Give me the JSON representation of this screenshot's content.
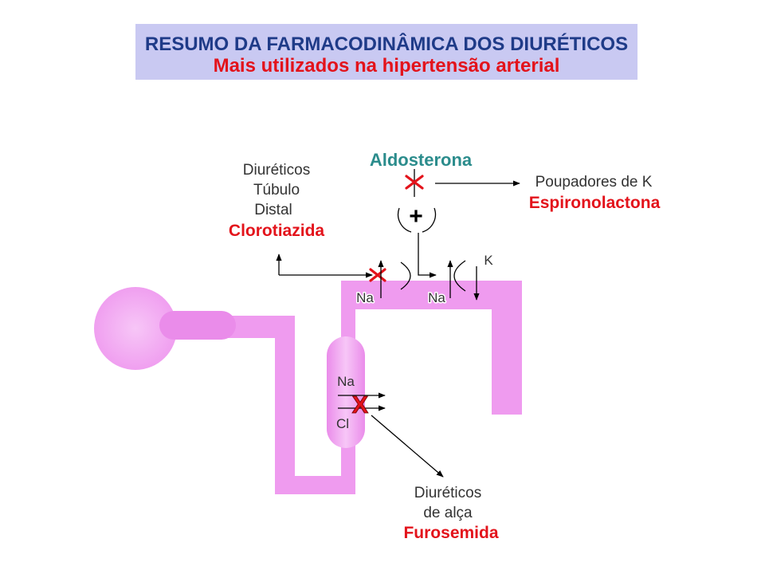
{
  "title": {
    "line1": "RESUMO DA FARMACODINÂMICA DOS DIURÉTICOS",
    "line2": "Mais utilizados na hipertensão arterial"
  },
  "distal": {
    "lines": [
      "Diuréticos",
      "Túbulo",
      "Distal"
    ],
    "drug": "Clorotiazida"
  },
  "aldosterone": {
    "label": "Aldosterona",
    "receptor_sign": "+"
  },
  "potassium_sparing": {
    "label": "Poupadores de K",
    "drug": "Espironolactona"
  },
  "loop": {
    "lines": [
      "Diuréticos",
      "de alça"
    ],
    "drug": "Furosemida",
    "block_sign": "X"
  },
  "ions": {
    "na_distal_1": "Na",
    "na_distal_2": "Na",
    "k": "K",
    "na_loop": "Na",
    "cl_loop": "Cl"
  },
  "icons": {
    "block_mark": "red-x-icon",
    "flow_arrow": "arrow-icon"
  },
  "colors": {
    "title_bg": "#c9c9f2",
    "title_text": "#1f3b88",
    "accent_red": "#e3131b",
    "aldosterone": "#2b8c8c",
    "tubule": "#ef9bef",
    "tubule_dark": "#ea8cea",
    "glomerulus_center": "#f7c6f7",
    "label_text": "#333333"
  }
}
